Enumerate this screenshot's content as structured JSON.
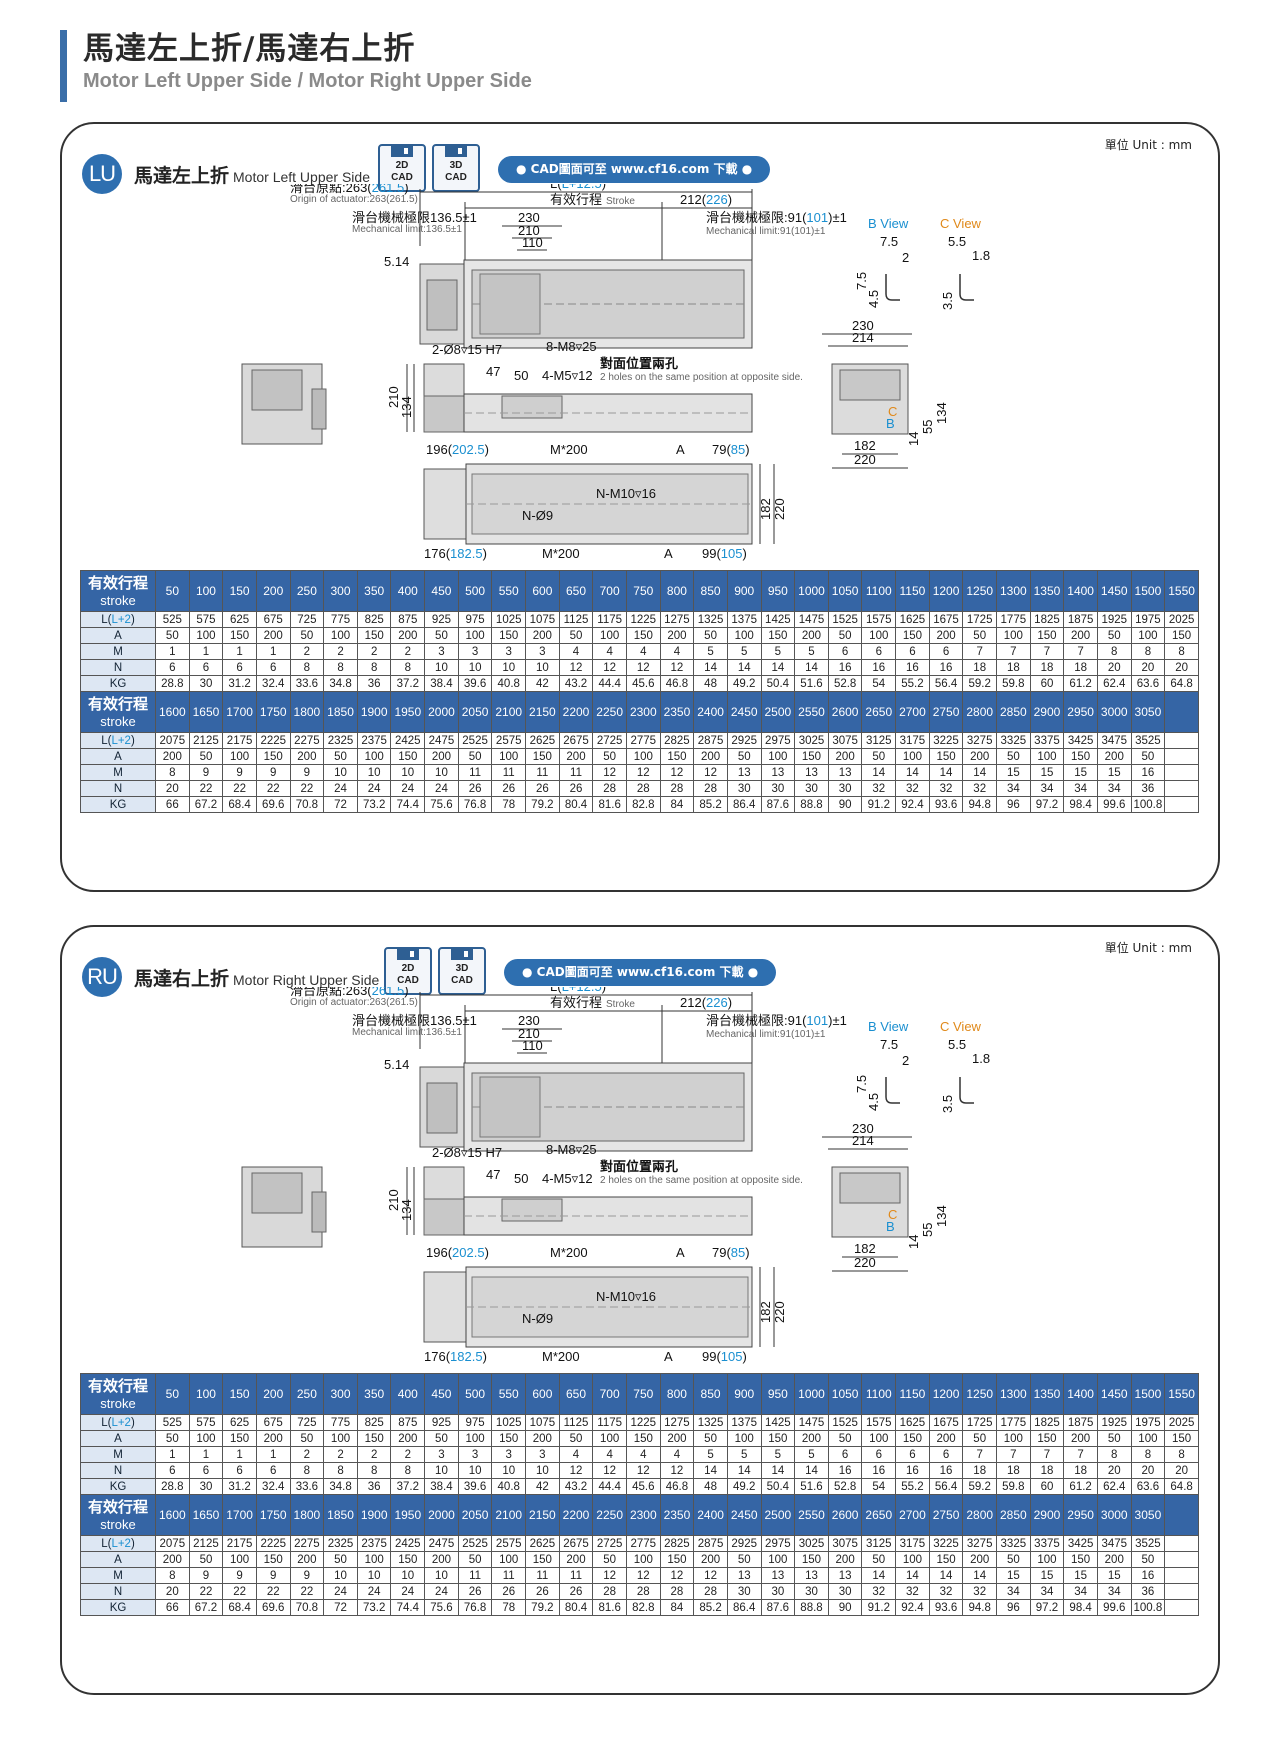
{
  "page": {
    "title_zh": "馬達左上折/馬達右上折",
    "title_en": "Motor Left Upper Side / Motor Right Upper Side"
  },
  "colors": {
    "accent": "#3565a5",
    "blue_value": "#1a8fd0",
    "orange_label": "#e0891a"
  },
  "panels": [
    {
      "code": "LU",
      "unit": "單位 Unit : mm",
      "title_zh": "馬達左上折",
      "title_en": "Motor Left Upper Side",
      "cad_2d": "2D\nCAD",
      "cad_3d": "3D\nCAD",
      "cad_text": "● CAD圖面可至 www.cf16.com 下載 ●",
      "labels": {
        "origin": "滑台原點:263(",
        "origin_val": "261.5",
        "origin_close": ")",
        "origin_en": "Origin of actuator:263(261.5)",
        "L": "L(",
        "L_val": "L+12.5",
        "L_close": ")",
        "stroke_zh": "有效行程",
        "stroke_en": "Stroke",
        "d212": "212(",
        "d212_val": "226",
        "d212_close": ")",
        "mech_l": "滑台機械極限136.5±1",
        "mech_l_en": "Mechanical limit:136.5±1",
        "mech_r": "滑台機械極限:91(",
        "mech_r_val": "101",
        "mech_r_close": ")±1",
        "mech_r_en": "Mechanical limit:91(101)±1",
        "d230": "230",
        "d210": "210",
        "d110": "110",
        "d514": "5.14",
        "hole1": "2-Ø8▿15 H7",
        "hole2": "8-M8▿25",
        "d47": "47",
        "d50": "50",
        "hole3": "4-M5▿12",
        "opp_zh": "對面位置兩孔",
        "opp_en": "2 holes on the same position at opposite side.",
        "v210": "210",
        "v134": "134",
        "d196": "196(",
        "d196_val": "202.5",
        "d196_close": ")",
        "m200": "M*200",
        "a": "A",
        "d79": "79(",
        "d79_val": "85",
        "d79_close": ")",
        "m10": "N-M10▿16",
        "n9": "N-Ø9",
        "v182": "182",
        "v220": "220",
        "d176": "176(",
        "d176_val": "182.5",
        "d176_close": ")",
        "d99": "99(",
        "d99_val": "105",
        "d99_close": ")",
        "bview": "B View",
        "cview": "C View",
        "b75": "7.5",
        "b2": "2",
        "b75v": "7.5",
        "b45": "4.5",
        "c55": "5.5",
        "c18": "1.8",
        "c35": "3.5",
        "e230": "230",
        "e214": "214",
        "e182": "182",
        "e220": "220",
        "e14": "14",
        "e55": "55",
        "e134": "134",
        "ec": "C",
        "eb": "B"
      }
    },
    {
      "code": "RU",
      "unit": "單位 Unit : mm",
      "title_zh": "馬達右上折",
      "title_en": "Motor Right Upper Side",
      "cad_2d": "2D\nCAD",
      "cad_3d": "3D\nCAD",
      "cad_text": "● CAD圖面可至 www.cf16.com 下載 ●",
      "labels": {
        "origin": "滑台原點:263(",
        "origin_val": "261.5",
        "origin_close": ")",
        "origin_en": "Origin of actuator:263(261.5)",
        "L": "L(",
        "L_val": "L+12.5",
        "L_close": ")",
        "stroke_zh": "有效行程",
        "stroke_en": "Stroke",
        "d212": "212(",
        "d212_val": "226",
        "d212_close": ")",
        "mech_l": "滑台機械極限136.5±1",
        "mech_l_en": "Mechanical limit:136.5±1",
        "mech_r": "滑台機械極限:91(",
        "mech_r_val": "101",
        "mech_r_close": ")±1",
        "mech_r_en": "Mechanical limit:91(101)±1",
        "d230": "230",
        "d210": "210",
        "d110": "110",
        "d514": "5.14",
        "hole1": "2-Ø8▿15 H7",
        "hole2": "8-M8▿25",
        "d47": "47",
        "d50": "50",
        "hole3": "4-M5▿12",
        "opp_zh": "對面位置兩孔",
        "opp_en": "2 holes on the same position at opposite side.",
        "v210": "210",
        "v134": "134",
        "d196": "196(",
        "d196_val": "202.5",
        "d196_close": ")",
        "m200": "M*200",
        "a": "A",
        "d79": "79(",
        "d79_val": "85",
        "d79_close": ")",
        "m10": "N-M10▿16",
        "n9": "N-Ø9",
        "v182": "182",
        "v220": "220",
        "d176": "176(",
        "d176_val": "182.5",
        "d176_close": ")",
        "d99": "99(",
        "d99_val": "105",
        "d99_close": ")",
        "bview": "B View",
        "cview": "C View",
        "b75": "7.5",
        "b2": "2",
        "b75v": "7.5",
        "b45": "4.5",
        "c55": "5.5",
        "c18": "1.8",
        "c35": "3.5",
        "e230": "230",
        "e214": "214",
        "e182": "182",
        "e220": "220",
        "e14": "14",
        "e55": "55",
        "e134": "134",
        "ec": "C",
        "eb": "B"
      }
    }
  ],
  "table": {
    "header_zh": "有效行程",
    "header_en": "stroke",
    "row_labels": {
      "L_open": "L(",
      "L_val": "L+2",
      "L_close": ")",
      "A": "A",
      "M": "M",
      "N": "N",
      "KG": "KG"
    },
    "blocks": [
      {
        "stroke": [
          "50",
          "100",
          "150",
          "200",
          "250",
          "300",
          "350",
          "400",
          "450",
          "500",
          "550",
          "600",
          "650",
          "700",
          "750",
          "800",
          "850",
          "900",
          "950",
          "1000",
          "1050",
          "1100",
          "1150",
          "1200",
          "1250",
          "1300",
          "1350",
          "1400",
          "1450",
          "1500",
          "1550"
        ],
        "L": [
          "525",
          "575",
          "625",
          "675",
          "725",
          "775",
          "825",
          "875",
          "925",
          "975",
          "1025",
          "1075",
          "1125",
          "1175",
          "1225",
          "1275",
          "1325",
          "1375",
          "1425",
          "1475",
          "1525",
          "1575",
          "1625",
          "1675",
          "1725",
          "1775",
          "1825",
          "1875",
          "1925",
          "1975",
          "2025"
        ],
        "A": [
          "50",
          "100",
          "150",
          "200",
          "50",
          "100",
          "150",
          "200",
          "50",
          "100",
          "150",
          "200",
          "50",
          "100",
          "150",
          "200",
          "50",
          "100",
          "150",
          "200",
          "50",
          "100",
          "150",
          "200",
          "50",
          "100",
          "150",
          "200",
          "50",
          "100",
          "150"
        ],
        "M": [
          "1",
          "1",
          "1",
          "1",
          "2",
          "2",
          "2",
          "2",
          "3",
          "3",
          "3",
          "3",
          "4",
          "4",
          "4",
          "4",
          "5",
          "5",
          "5",
          "5",
          "6",
          "6",
          "6",
          "6",
          "7",
          "7",
          "7",
          "7",
          "8",
          "8",
          "8"
        ],
        "N": [
          "6",
          "6",
          "6",
          "6",
          "8",
          "8",
          "8",
          "8",
          "10",
          "10",
          "10",
          "10",
          "12",
          "12",
          "12",
          "12",
          "14",
          "14",
          "14",
          "14",
          "16",
          "16",
          "16",
          "16",
          "18",
          "18",
          "18",
          "18",
          "20",
          "20",
          "20"
        ],
        "KG": [
          "28.8",
          "30",
          "31.2",
          "32.4",
          "33.6",
          "34.8",
          "36",
          "37.2",
          "38.4",
          "39.6",
          "40.8",
          "42",
          "43.2",
          "44.4",
          "45.6",
          "46.8",
          "48",
          "49.2",
          "50.4",
          "51.6",
          "52.8",
          "54",
          "55.2",
          "56.4",
          "59.2",
          "59.8",
          "60",
          "61.2",
          "62.4",
          "63.6",
          "64.8"
        ]
      },
      {
        "stroke": [
          "1600",
          "1650",
          "1700",
          "1750",
          "1800",
          "1850",
          "1900",
          "1950",
          "2000",
          "2050",
          "2100",
          "2150",
          "2200",
          "2250",
          "2300",
          "2350",
          "2400",
          "2450",
          "2500",
          "2550",
          "2600",
          "2650",
          "2700",
          "2750",
          "2800",
          "2850",
          "2900",
          "2950",
          "3000",
          "3050"
        ],
        "L": [
          "2075",
          "2125",
          "2175",
          "2225",
          "2275",
          "2325",
          "2375",
          "2425",
          "2475",
          "2525",
          "2575",
          "2625",
          "2675",
          "2725",
          "2775",
          "2825",
          "2875",
          "2925",
          "2975",
          "3025",
          "3075",
          "3125",
          "3175",
          "3225",
          "3275",
          "3325",
          "3375",
          "3425",
          "3475",
          "3525"
        ],
        "A": [
          "200",
          "50",
          "100",
          "150",
          "200",
          "50",
          "100",
          "150",
          "200",
          "50",
          "100",
          "150",
          "200",
          "50",
          "100",
          "150",
          "200",
          "50",
          "100",
          "150",
          "200",
          "50",
          "100",
          "150",
          "200",
          "50",
          "100",
          "150",
          "200",
          "50"
        ],
        "M": [
          "8",
          "9",
          "9",
          "9",
          "9",
          "10",
          "10",
          "10",
          "10",
          "11",
          "11",
          "11",
          "11",
          "12",
          "12",
          "12",
          "12",
          "13",
          "13",
          "13",
          "13",
          "14",
          "14",
          "14",
          "14",
          "15",
          "15",
          "15",
          "15",
          "16"
        ],
        "N": [
          "20",
          "22",
          "22",
          "22",
          "22",
          "24",
          "24",
          "24",
          "24",
          "26",
          "26",
          "26",
          "26",
          "28",
          "28",
          "28",
          "28",
          "30",
          "30",
          "30",
          "30",
          "32",
          "32",
          "32",
          "32",
          "34",
          "34",
          "34",
          "34",
          "36"
        ],
        "KG": [
          "66",
          "67.2",
          "68.4",
          "69.6",
          "70.8",
          "72",
          "73.2",
          "74.4",
          "75.6",
          "76.8",
          "78",
          "79.2",
          "80.4",
          "81.6",
          "82.8",
          "84",
          "85.2",
          "86.4",
          "87.6",
          "88.8",
          "90",
          "91.2",
          "92.4",
          "93.6",
          "94.8",
          "96",
          "97.2",
          "98.4",
          "99.6",
          "100.8"
        ]
      }
    ]
  }
}
